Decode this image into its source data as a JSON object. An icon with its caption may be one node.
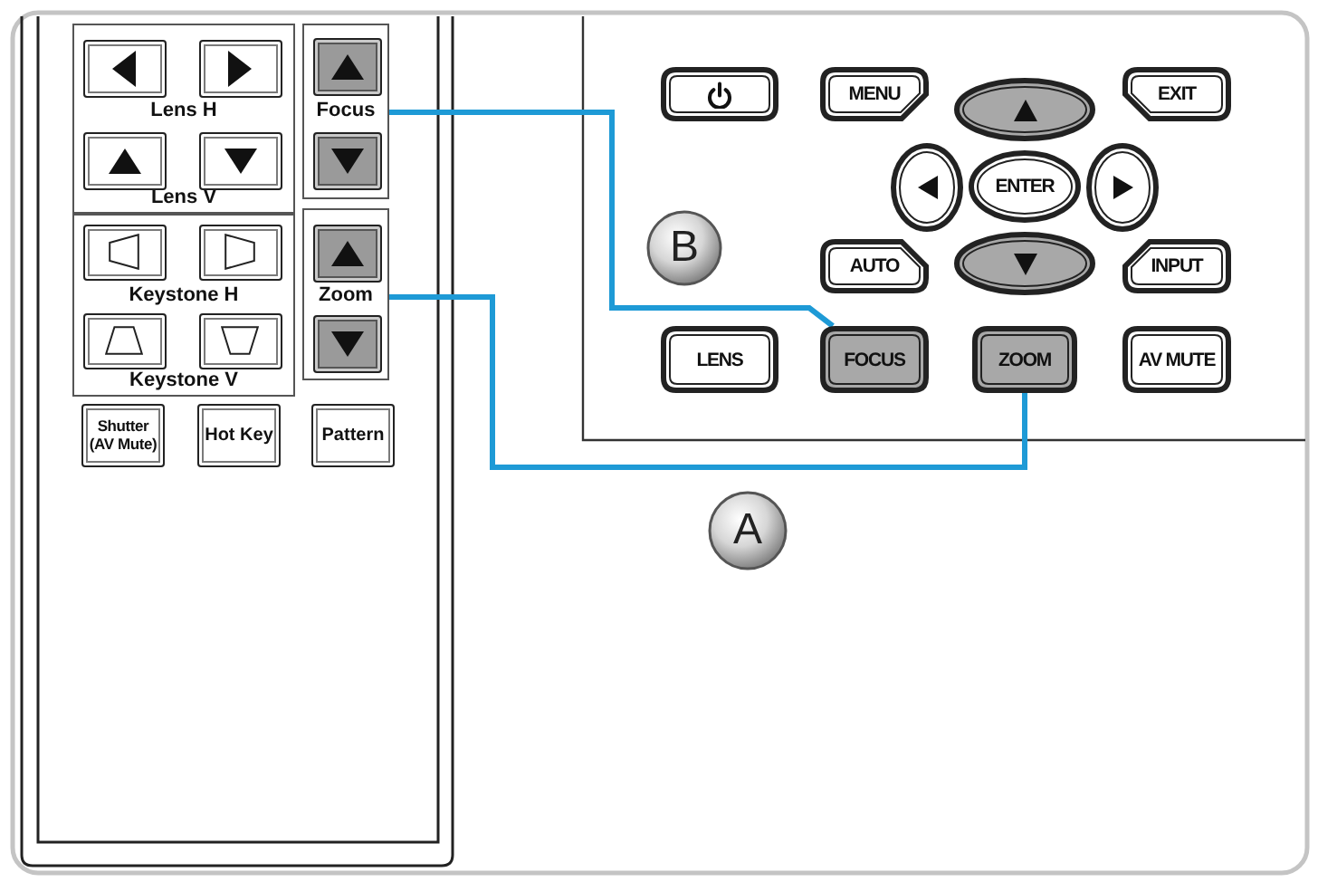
{
  "diagram": {
    "nodes": [
      {
        "text": [
          "Lens H",
          "Lens V"
        ]
      },
      {
        "text": [],
        "shape": "box",
        "in": 0
      },
      {
        "text": [],
        "shape": "box",
        "in": 0
      },
      {
        "text": [],
        "shape": "box",
        "in": 0
      },
      {
        "text": [],
        "shape": "box",
        "in": 0
      },
      {
        "text": [
          "Focus"
        ]
      },
      {
        "text": [],
        "shape": "box",
        "in": 5
      },
      {
        "text": [],
        "shape": "box",
        "in": 5
      },
      {
        "text": [
          "Keystone H",
          "Keystone V"
        ]
      },
      {
        "text": [],
        "shape": "box",
        "in": 8
      },
      {
        "text": [],
        "shape": "box",
        "in": 8
      },
      {
        "text": [],
        "shape": "box",
        "in": 8
      },
      {
        "text": [],
        "shape": "box",
        "in": 8
      },
      {
        "text": [
          "Zoom"
        ]
      },
      {
        "text": [],
        "shape": "box",
        "in": 13
      },
      {
        "text": [],
        "shape": "box",
        "in": 13
      },
      {
        "text": [
          "Shutter (AV Mute)"
        ]
      },
      {
        "text": [
          "Hot Key"
        ]
      },
      {
        "text": [
          "Pattern"
        ]
      },
      {
        "text": [],
        "shape": "box"
      },
      {
        "text": [
          "MENU"
        ]
      },
      {
        "text": [],
        "shape": "ellipse"
      },
      {
        "text": [
          "EXIT"
        ]
      },
      {
        "text": [],
        "shape": "ellipse"
      },
      {
        "text": [
          "ENTER"
        ]
      },
      {
        "text": [],
        "shape": "ellipse"
      },
      {
        "text": [
          "B"
        ]
      },
      {
        "text": [
          "AUTO"
        ]
      },
      {
        "text": [],
        "shape": "ellipse"
      },
      {
        "text": [
          "INPUT"
        ]
      },
      {
        "text": [
          "LENS"
        ]
      },
      {
        "text": [
          "FOCUS"
        ]
      },
      {
        "text": [
          "ZOOM"
        ]
      },
      {
        "text": [
          "AV MUTE"
        ]
      },
      {
        "text": [
          "A"
        ]
      }
    ],
    "edges": [
      {
        "from": 5,
        "to": 31,
        "arrow": "none"
      },
      {
        "from": 13,
        "to": 32,
        "arrow": "none"
      }
    ]
  }
}
